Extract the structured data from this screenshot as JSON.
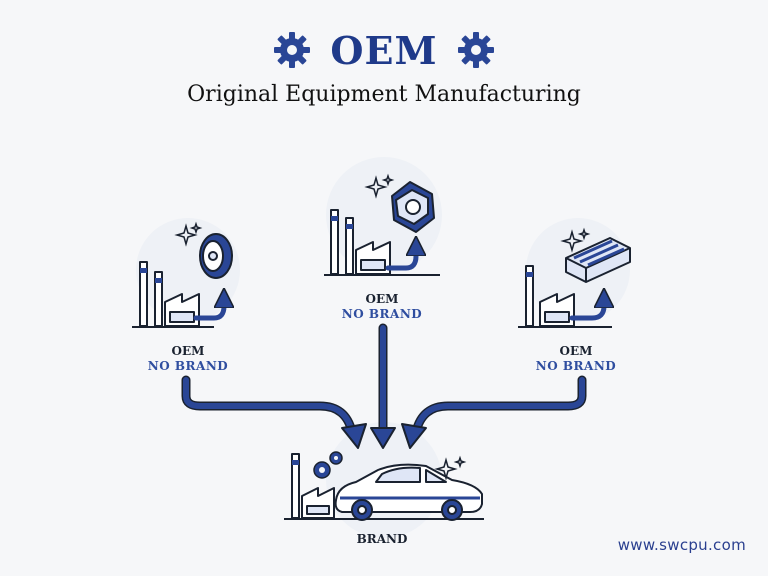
{
  "header": {
    "title": "OEM",
    "subtitle": "Original Equipment Manufacturing"
  },
  "nodes": {
    "left": {
      "title": "OEM",
      "subtitle": "NO BRAND",
      "part_icon": "tire-icon"
    },
    "center": {
      "title": "OEM",
      "subtitle": "NO BRAND",
      "part_icon": "engine-part-icon"
    },
    "right": {
      "title": "OEM",
      "subtitle": "NO BRAND",
      "part_icon": "battery-icon"
    },
    "bottom": {
      "title": "BRAND",
      "product_icon": "car-icon"
    }
  },
  "footer": {
    "website": "www.swcpu.com"
  },
  "colors": {
    "primary_blue": "#2a4696",
    "dark_blue": "#1f3a8a",
    "outline": "#1a2230",
    "light_blue": "#dfe6f6"
  }
}
